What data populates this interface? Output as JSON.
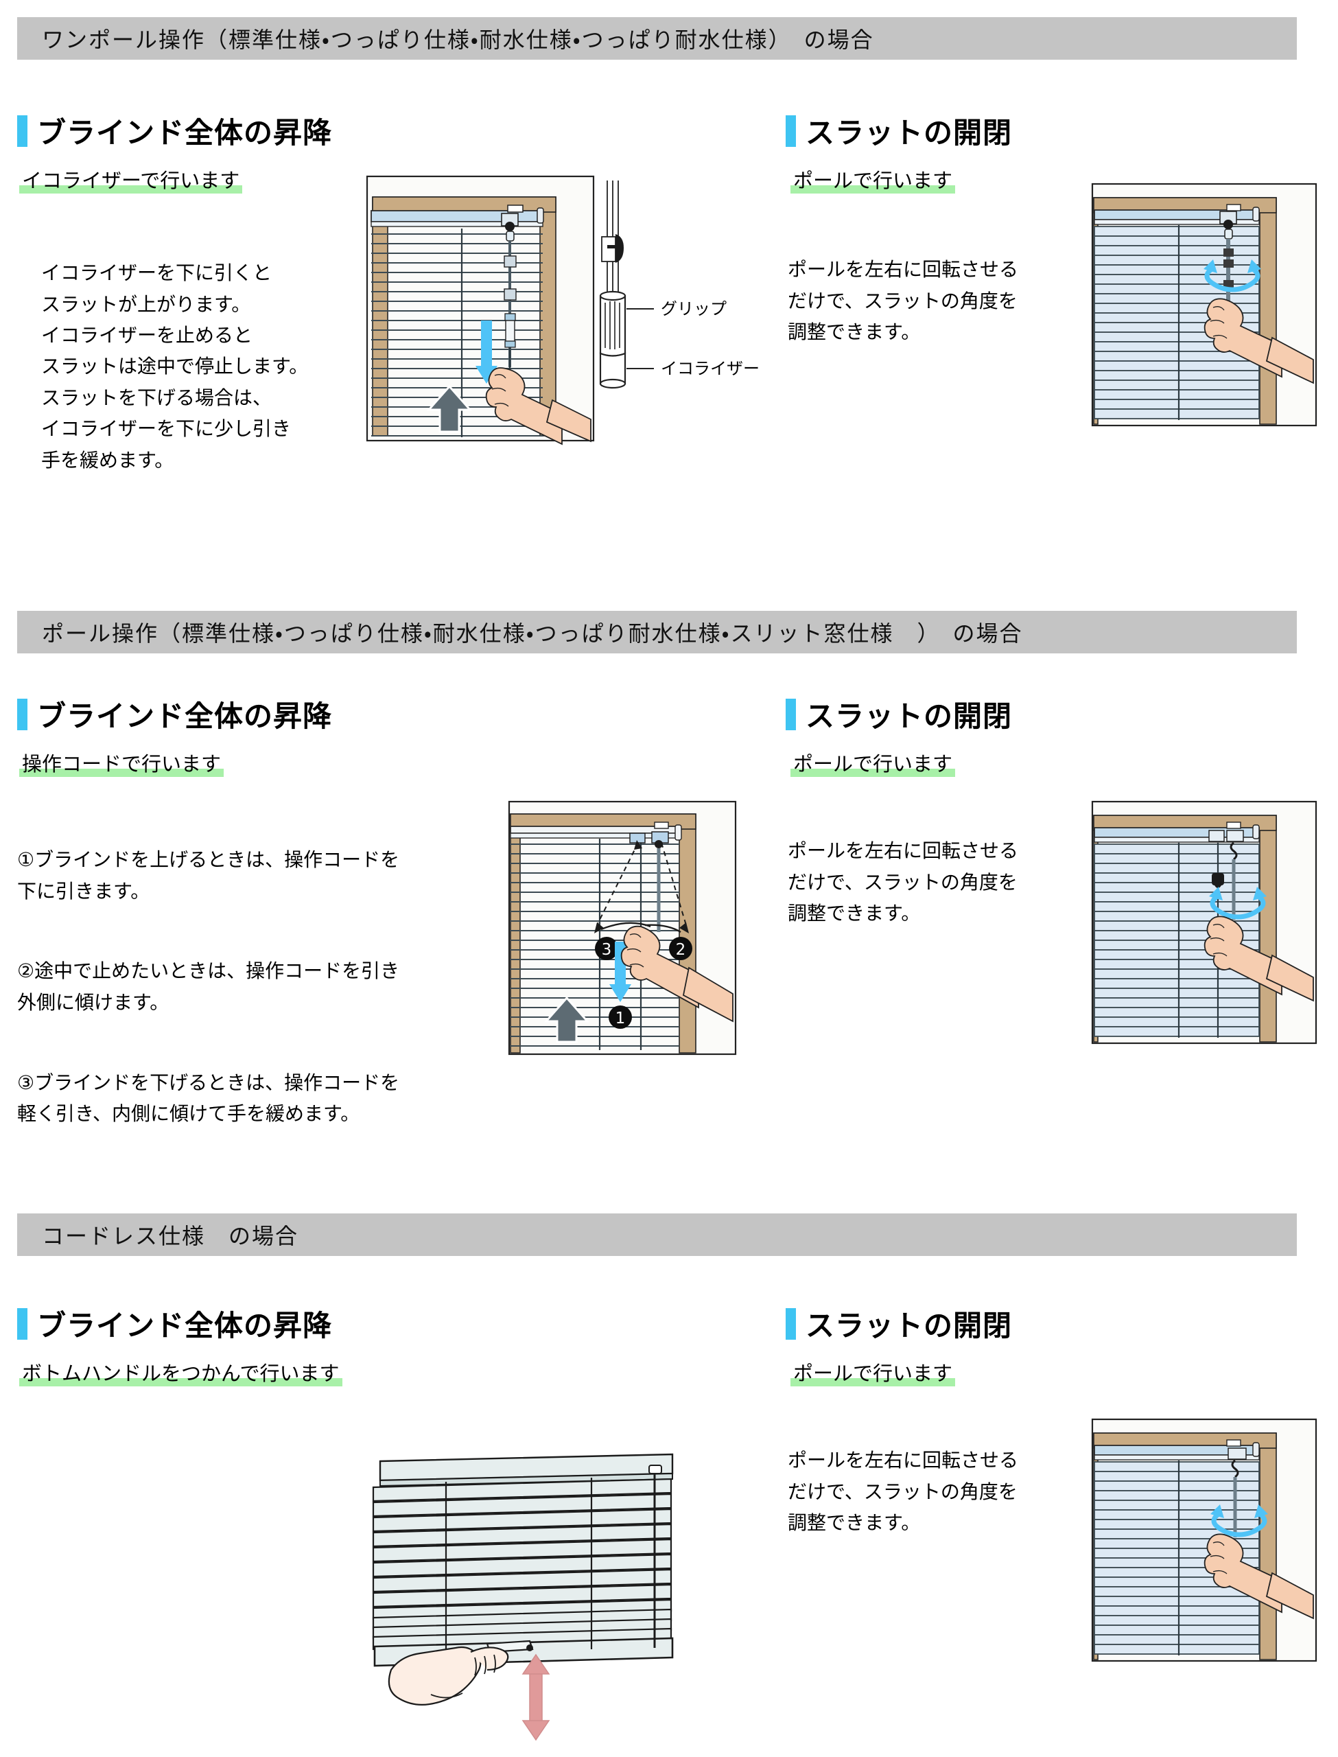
{
  "colors": {
    "band_bg": "#c4c4c4",
    "accent_cyan": "#3ec4f2",
    "highlight_green": "#a8f0a8",
    "arrow_blue": "#4fc3f7",
    "arrow_gray": "#5d6b73",
    "arrow_pink": "#e09a9a",
    "frame_tan": "#c9ab83",
    "slat_blue": "#dde9f4",
    "skin": "#f6cdb0"
  },
  "sections": [
    {
      "band_title": "ワンポール操作（標準仕様・つっぱり仕様・耐水仕様・つっぱり耐水仕様）　の場合",
      "left": {
        "title": "ブラインド全体の昇降",
        "lead": "イコライザーで行います",
        "paragraphs": [
          "イコライザーを下に引くと\nスラットが上がります。\nイコライザーを止めると\nスラットは途中で停止します。\nスラットを下げる場合は、\nイコライザーを下に少し引き\n手を緩めます。"
        ],
        "illustration": "one-pole-equalizer-blind",
        "callouts": [
          {
            "label": "グリップ"
          },
          {
            "label": "イコライザー"
          }
        ]
      },
      "right": {
        "title": "スラットの開閉",
        "lead": "ポールで行います",
        "paragraphs": [
          "ポールを左右に回転させる\nだけで、スラットの角度を\n調整できます。"
        ],
        "illustration": "pole-rotate-blind"
      }
    },
    {
      "band_title": "ポール操作（標準仕様・つっぱり仕様・耐水仕様・つっぱり耐水仕様・スリット窓仕様　）　の場合",
      "left": {
        "title": "ブラインド全体の昇降",
        "lead": "操作コードで行います",
        "paragraphs": [
          "①ブラインドを上げるときは、操作コードを\n下に引きます。",
          "②途中で止めたいときは、操作コードを引き\n外側に傾けます。",
          "③ブラインドを下げるときは、操作コードを\n軽く引き、内側に傾けて手を緩めます。"
        ],
        "illustration": "cord-operation-blind",
        "step_markers": [
          "❶",
          "❷",
          "❸"
        ]
      },
      "right": {
        "title": "スラットの開閉",
        "lead": "ポールで行います",
        "paragraphs": [
          "ポールを左右に回転させる\nだけで、スラットの角度を\n調整できます。"
        ],
        "illustration": "pole-rotate-blind"
      }
    },
    {
      "band_title": "コードレス仕様　の場合",
      "left": {
        "title": "ブラインド全体の昇降",
        "lead": "ボトムハンドルをつかんで行います",
        "paragraphs": [],
        "illustration": "cordless-bottom-handle-blind"
      },
      "right": {
        "title": "スラットの開閉",
        "lead": "ポールで行います",
        "paragraphs": [
          "ポールを左右に回転させる\nだけで、スラットの角度を\n調整できます。"
        ],
        "illustration": "pole-rotate-blind"
      }
    }
  ]
}
